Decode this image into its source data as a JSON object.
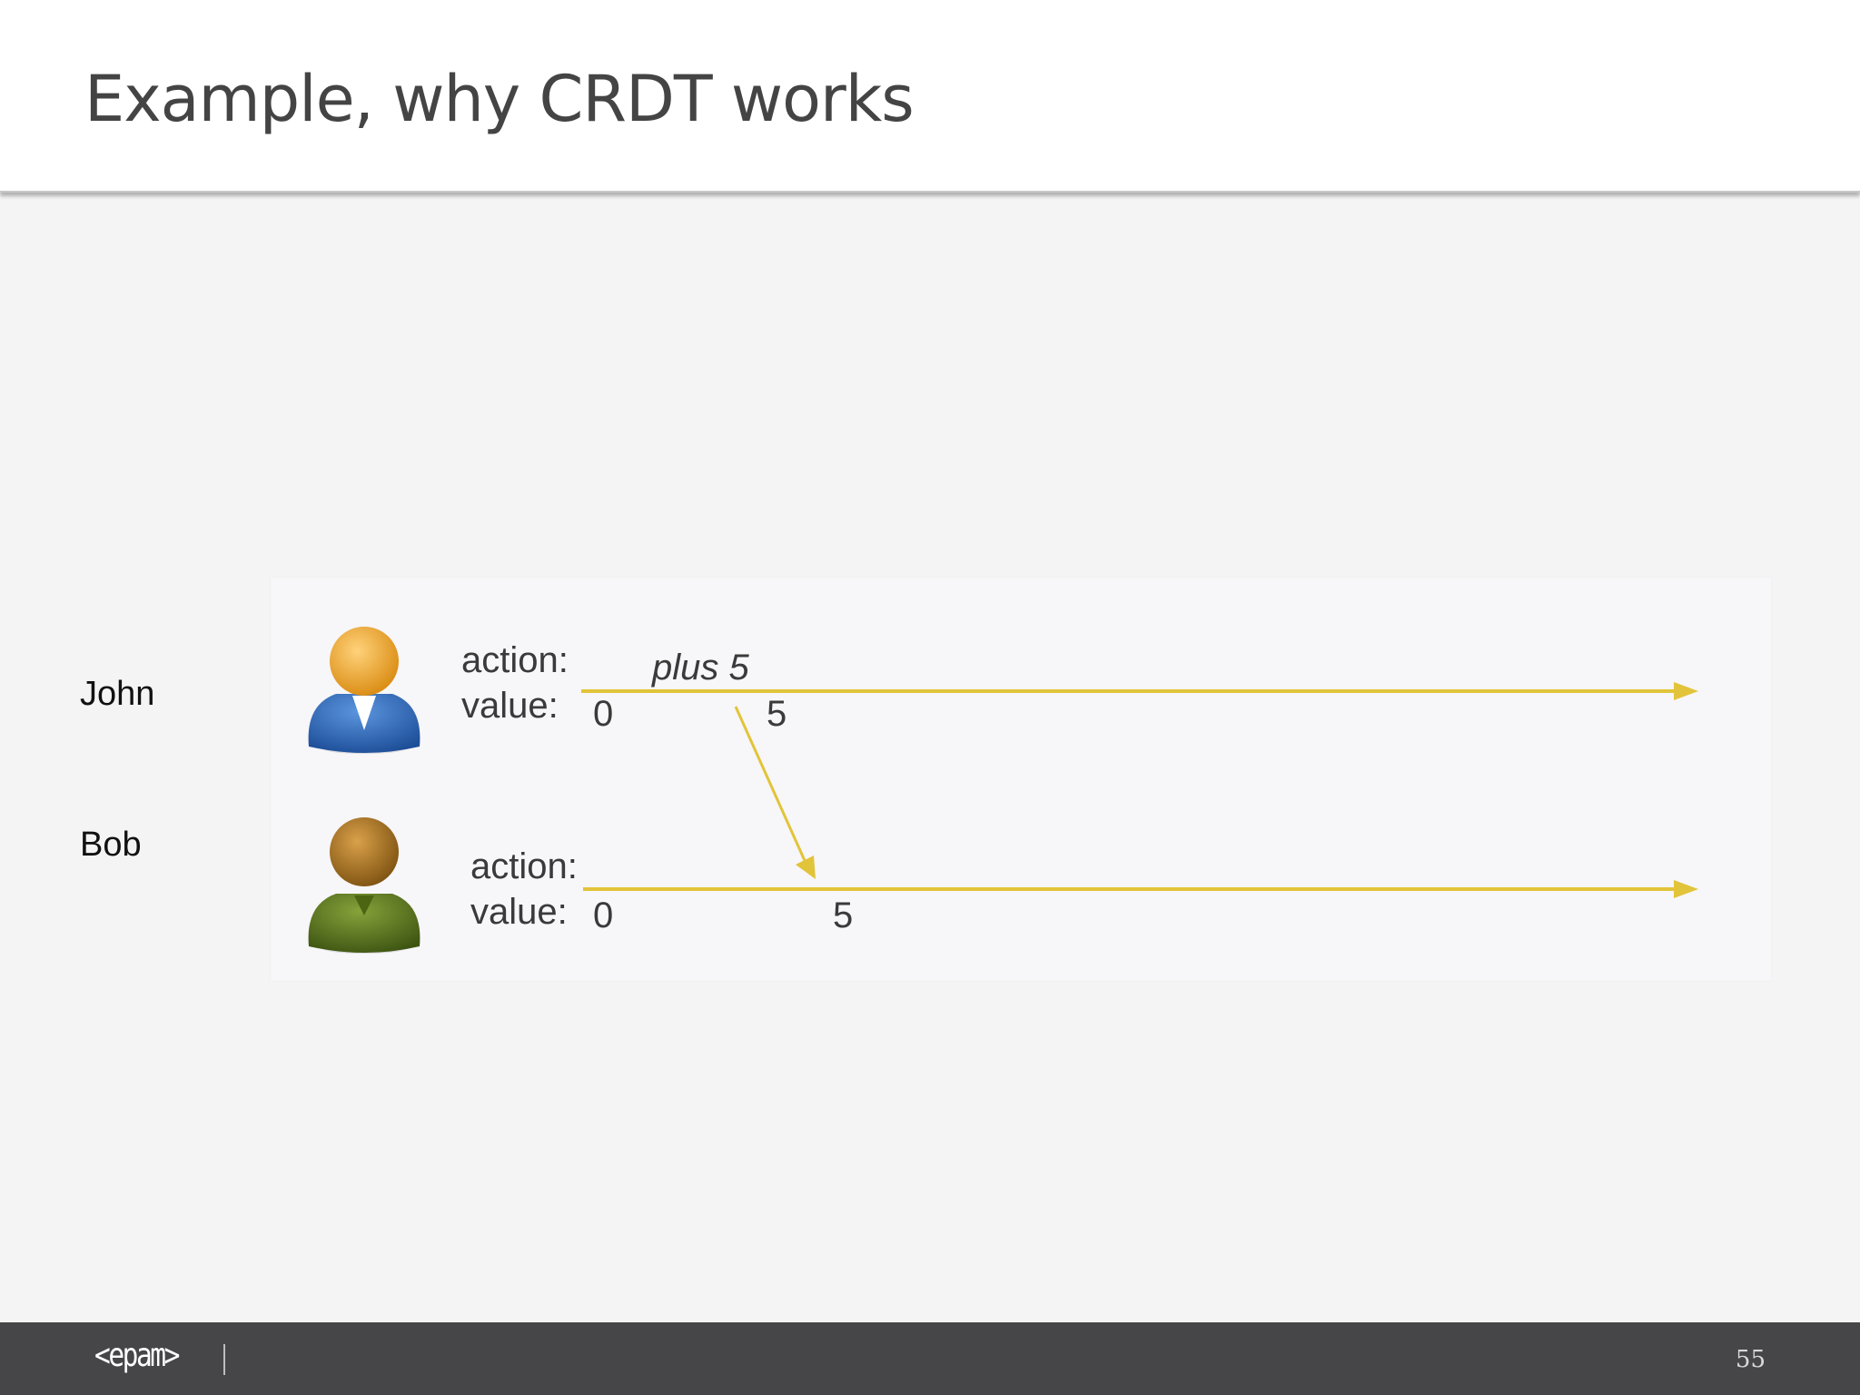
{
  "slide": {
    "title": "Example, why CRDT works",
    "page_number": "55"
  },
  "labels": {
    "john": "John",
    "bob": "Bob"
  },
  "diagram": {
    "john": {
      "action_label": "action:",
      "value_label": "value:",
      "operation": "plus 5",
      "value_initial": "0",
      "value_final": "5",
      "avatar_head_color": "#f0a520",
      "avatar_body_color": "#2f69b8"
    },
    "bob": {
      "action_label": "action:",
      "value_label": "value:",
      "value_initial": "0",
      "value_final": "5",
      "avatar_head_color": "#a8741c",
      "avatar_body_color": "#5e7a1e"
    },
    "line_color": "#e2c43a"
  },
  "footer": {
    "logo": "<epam>"
  }
}
